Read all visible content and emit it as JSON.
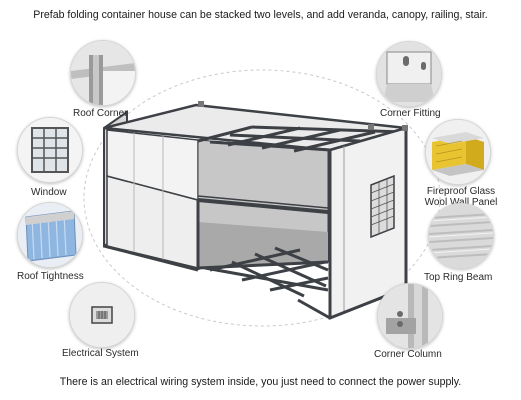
{
  "captions": {
    "top": "Prefab folding container house can be stacked two levels, and add veranda, canopy, railing, stair.",
    "bottom": "There is an electrical wiring system inside, you just need to connect the power supply."
  },
  "features": {
    "roof_corner": "Roof Corner",
    "window": "Window",
    "roof_tightness": "Roof Tightness",
    "electrical_system": "Electrical System",
    "corner_fitting": "Corner Fitting",
    "fireproof_line1": "Fireproof Glass",
    "fireproof_line2": "Wool Wall Panel",
    "top_ring_beam": "Top Ring Beam",
    "corner_column": "Corner Column"
  },
  "colors": {
    "frame": "#3d4045",
    "panel": "#ededed",
    "glass_wool": "#e8c530",
    "roof_blue": "#8fb6e0"
  }
}
